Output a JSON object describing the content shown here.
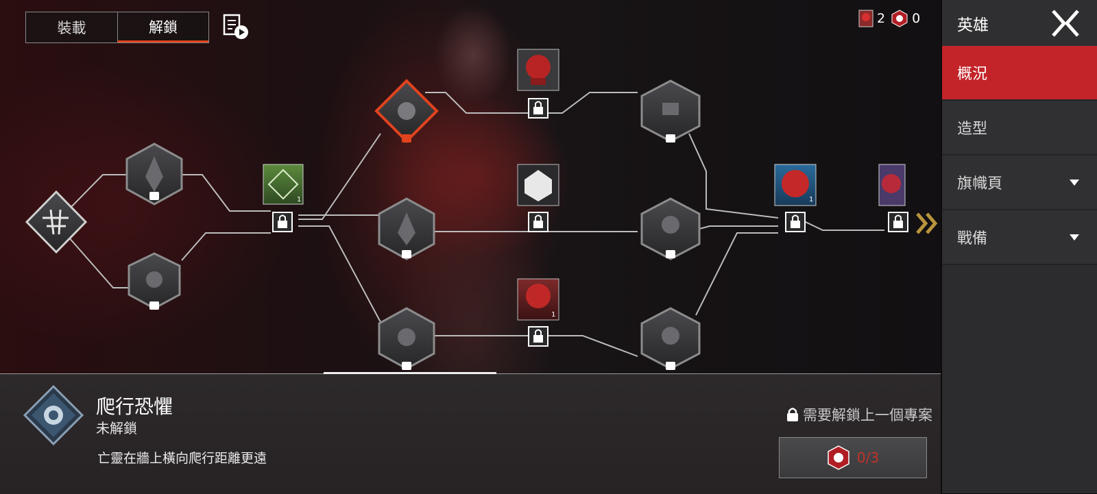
{
  "tabs": [
    {
      "label": "裝載",
      "active": false
    },
    {
      "label": "解鎖",
      "active": true
    }
  ],
  "currency": {
    "legend_tokens": "2",
    "crafting_tokens": "0"
  },
  "sidebar": {
    "header": "英雄",
    "items": [
      {
        "label": "概況",
        "active": true,
        "has_dropdown": false
      },
      {
        "label": "造型",
        "active": false,
        "has_dropdown": false
      },
      {
        "label": "旗幟頁",
        "active": false,
        "has_dropdown": true
      },
      {
        "label": "戰備",
        "active": false,
        "has_dropdown": true
      }
    ]
  },
  "tree": {
    "root_icon": "legend-emblem-icon",
    "nodes": [
      {
        "icon": "perk-node-icon"
      },
      {
        "icon": "perk-node-icon"
      },
      {
        "icon": "reward-item-icon",
        "count": "1"
      },
      {
        "icon": "skull-emblem-icon"
      },
      {
        "icon": "crawling-fear-perk-icon",
        "selected": true
      },
      {
        "icon": "perk-node-icon"
      },
      {
        "icon": "reward-item-icon"
      },
      {
        "icon": "reward-item-icon"
      },
      {
        "icon": "reward-item-icon",
        "count": "1"
      },
      {
        "icon": "perk-node-icon"
      },
      {
        "icon": "skull-emblem-icon"
      },
      {
        "icon": "skull-emblem-icon"
      },
      {
        "icon": "reward-item-icon",
        "count": "1"
      },
      {
        "icon": "reward-item-icon"
      }
    ],
    "accent_color": "#e0431e"
  },
  "info": {
    "name": "爬行恐懼",
    "status": "未解鎖",
    "description": "亡靈在牆上橫向爬行距離更遠",
    "requirement": "需要解鎖上一個專案",
    "cost": "0/3"
  },
  "colors": {
    "accent_red": "#c3242a",
    "tab_underline": "#e0431e",
    "sidebar_bg": "#2c2c2e"
  }
}
